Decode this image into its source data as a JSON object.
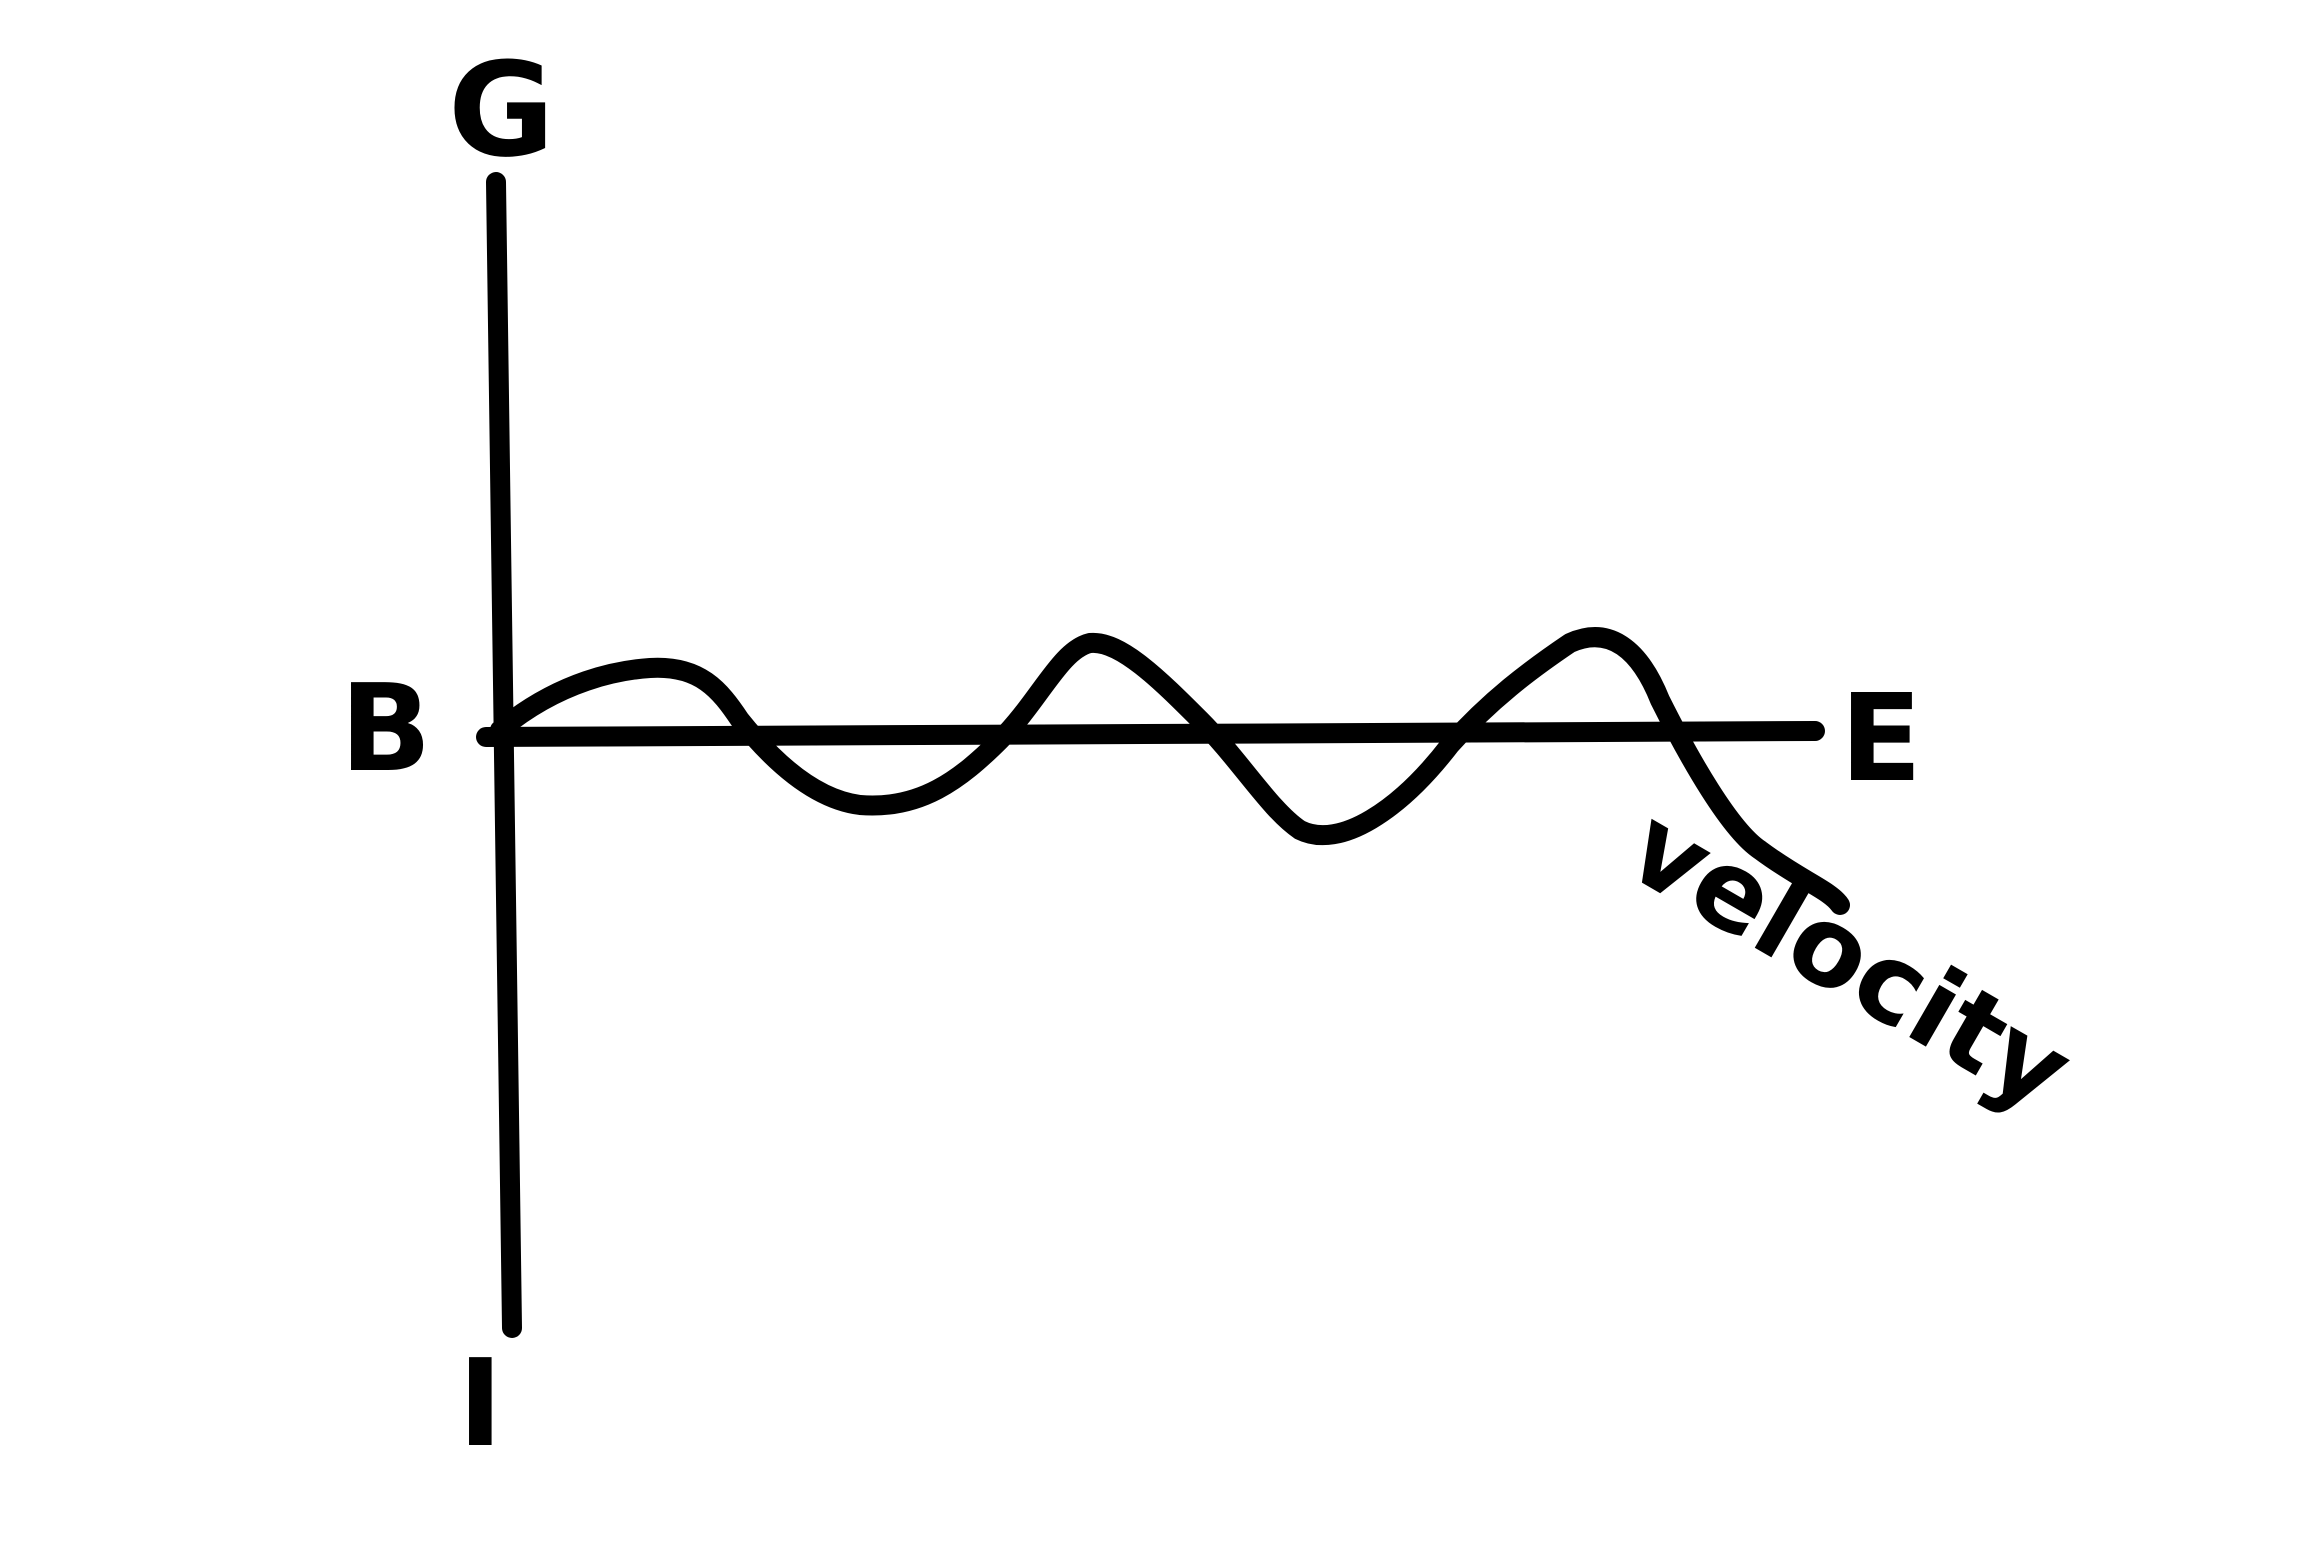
{
  "diagram": {
    "labels": {
      "top": "G",
      "bottom": "I",
      "left": "B",
      "right": "E",
      "wave": "velocity"
    },
    "colors": {
      "ink": "#000000",
      "background": "#ffffff"
    }
  }
}
